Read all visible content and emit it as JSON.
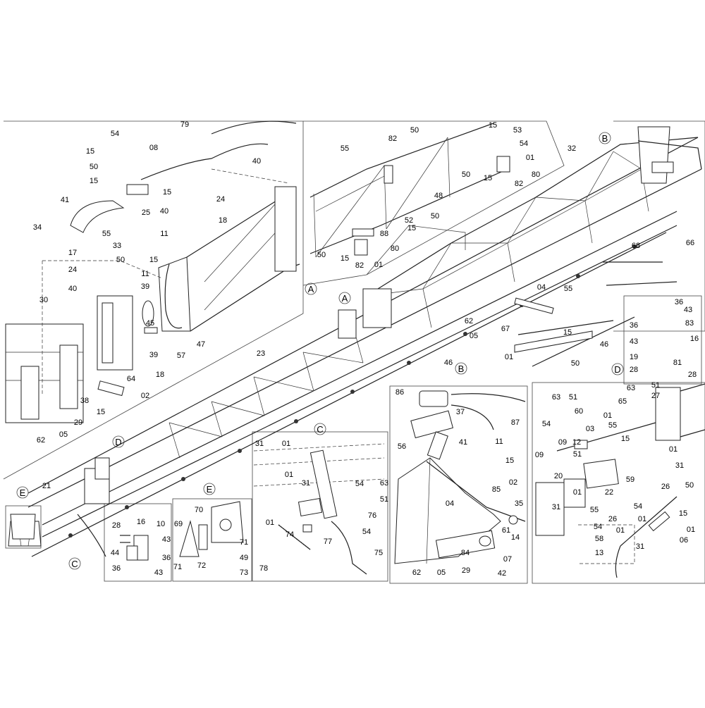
{
  "callouts": {
    "main": [
      "79",
      "54",
      "08",
      "15",
      "50",
      "15",
      "40",
      "41",
      "15",
      "24",
      "34",
      "25",
      "40",
      "18",
      "11",
      "55",
      "33",
      "15",
      "17",
      "50",
      "24",
      "11",
      "40",
      "39",
      "30",
      "45",
      "57",
      "47",
      "39",
      "18",
      "64",
      "38",
      "02",
      "15",
      "29",
      "62",
      "05",
      "23",
      "46",
      "21"
    ],
    "topright": [
      "50",
      "15",
      "53",
      "55",
      "82",
      "54",
      "01",
      "50",
      "15",
      "80",
      "82",
      "48",
      "50",
      "52",
      "15",
      "88",
      "50",
      "15",
      "80",
      "82",
      "01",
      "32",
      "68",
      "66"
    ],
    "boom": [
      "04",
      "55",
      "62",
      "05",
      "67",
      "15",
      "46",
      "01",
      "50",
      "36",
      "43",
      "83",
      "36",
      "43",
      "16",
      "19",
      "81",
      "28",
      "28"
    ],
    "panelC": [
      "31",
      "01",
      "31",
      "01",
      "54",
      "63",
      "51",
      "01",
      "76",
      "74",
      "77",
      "54",
      "78",
      "75"
    ],
    "panelB": [
      "86",
      "37",
      "87",
      "56",
      "41",
      "11",
      "15",
      "02",
      "04",
      "85",
      "35",
      "14",
      "61",
      "84",
      "07",
      "62",
      "05",
      "29",
      "42"
    ],
    "panelD": [
      "63",
      "51",
      "27",
      "65",
      "51",
      "63",
      "60",
      "01",
      "54",
      "55",
      "15",
      "09",
      "03",
      "12",
      "09",
      "51",
      "01",
      "31",
      "20",
      "59",
      "22",
      "01",
      "55",
      "31",
      "26",
      "50",
      "54",
      "26",
      "01",
      "15",
      "01",
      "54",
      "01",
      "58",
      "06",
      "31",
      "13"
    ],
    "panelE1": [
      "28",
      "16",
      "10",
      "43",
      "44",
      "36",
      "36",
      "43"
    ],
    "panelE2": [
      "70",
      "69",
      "71",
      "49",
      "71",
      "72",
      "73"
    ]
  },
  "views": {
    "A": "A",
    "B": "B",
    "C": "C",
    "D": "D",
    "E": "E"
  }
}
